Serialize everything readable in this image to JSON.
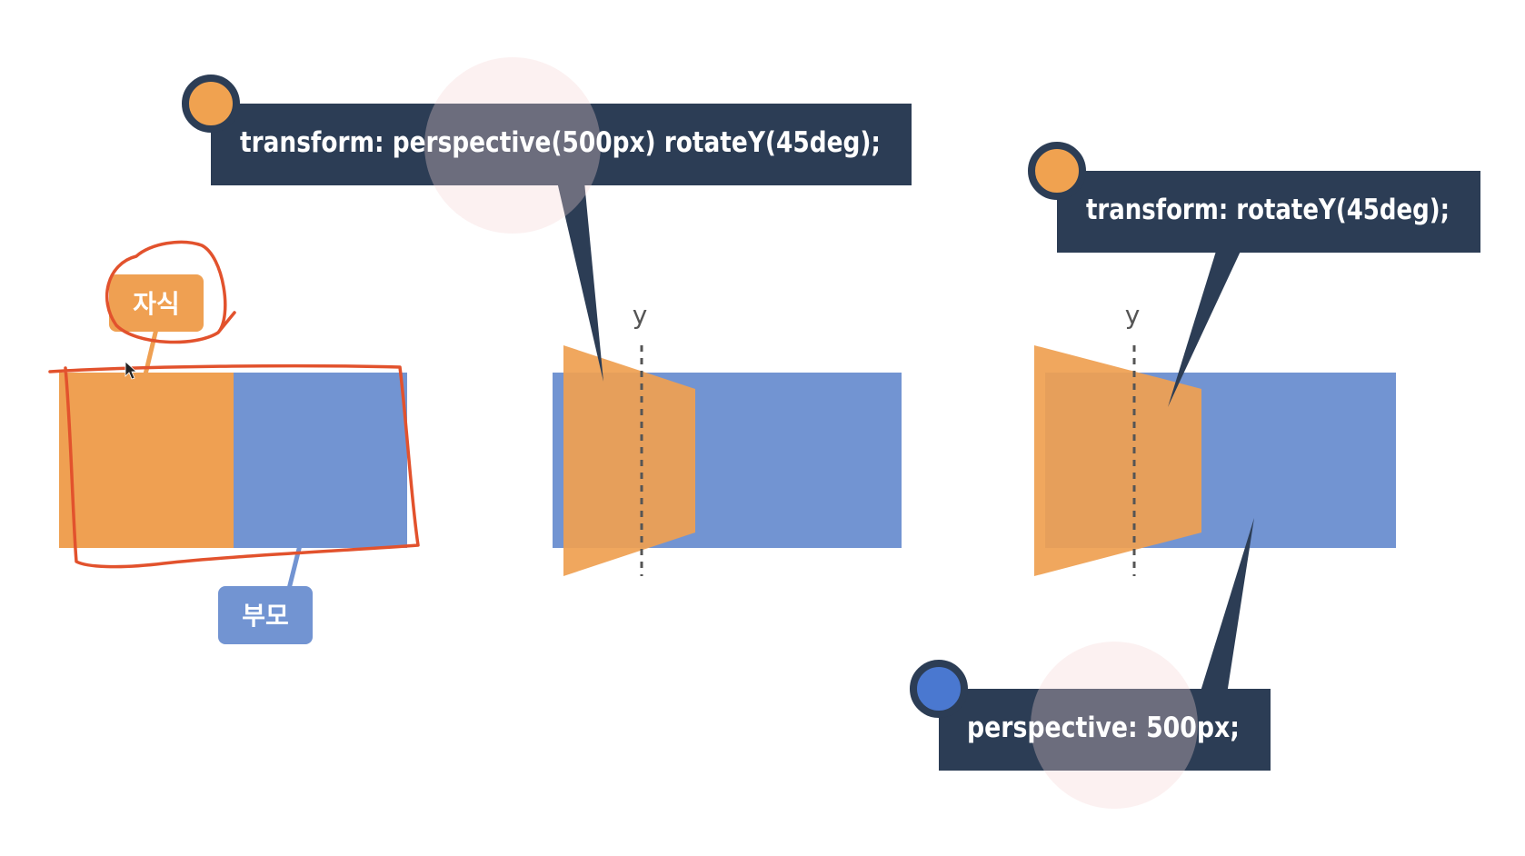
{
  "colors": {
    "child": "#EFA052",
    "parent": "#7294D2",
    "callout": "#2C3D55",
    "highlight": "#F6D3D3",
    "ink": "#E2522D",
    "dot_orange": "#F0A250",
    "dot_blue": "#4A78D0",
    "axis": "#555555"
  },
  "labels": {
    "child": "자식",
    "parent": "부모"
  },
  "callouts": {
    "persp_rotate": "transform: perspective(500px) rotateY(45deg);",
    "rotate": "transform: rotateY(45deg);",
    "perspective": "perspective: 500px;"
  },
  "axes": {
    "middle": "y",
    "right": "y"
  }
}
